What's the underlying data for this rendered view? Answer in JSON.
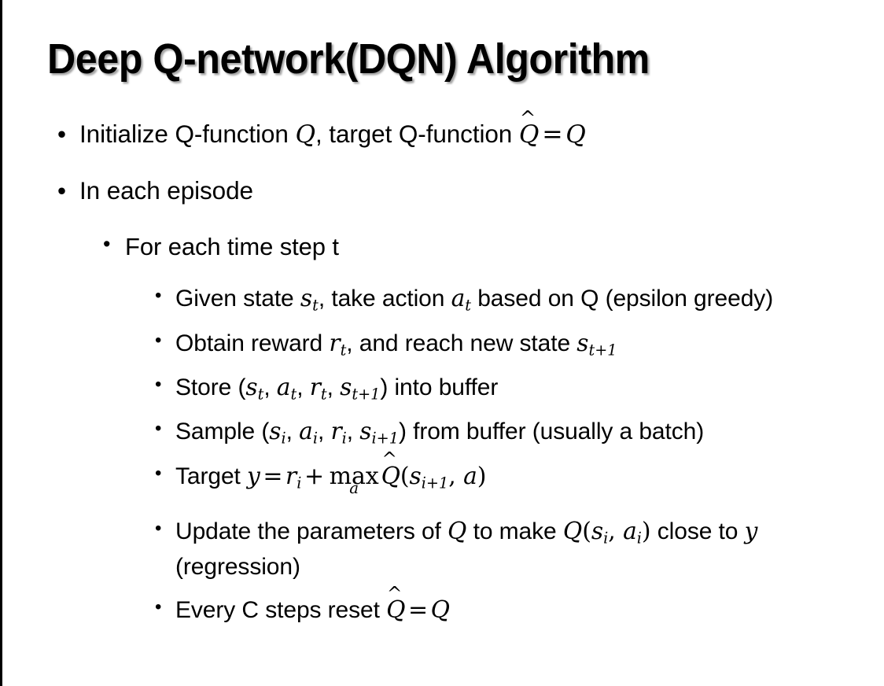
{
  "slide": {
    "title": "Deep Q-network(DQN) Algorithm",
    "background_color": "#ffffff",
    "text_color": "#000000",
    "left_border_color": "#000000",
    "bullet_glyph": "•"
  },
  "bullets": {
    "initialize": {
      "lead": "Initialize Q-function ",
      "var_q": "Q",
      "mid": ", target Q-function ",
      "qhat": "Q",
      "hat_mark": "^",
      "equals": "=",
      "var_q2": "Q"
    },
    "in_each_episode": "In each episode",
    "for_each_time_step": "For each time step t",
    "given_state": {
      "lead": "Given state ",
      "s": "s",
      "s_sub": "t",
      "mid": ", take action ",
      "a": "a",
      "a_sub": "t",
      "tail": " based on Q (epsilon greedy)"
    },
    "obtain_reward": {
      "lead": "Obtain reward ",
      "r": "r",
      "r_sub": "t",
      "mid": ", and reach new state ",
      "s": "s",
      "s_sub": "t+1"
    },
    "store": {
      "lead": "Store (",
      "s": "s",
      "s_sub": "t",
      "sep1": ", ",
      "a": "a",
      "a_sub": "t",
      "sep2": ", ",
      "r": "r",
      "r_sub": "t",
      "sep3": ", ",
      "s2": "s",
      "s2_sub": "t+1",
      "tail": ") into buffer"
    },
    "sample": {
      "lead": "Sample (",
      "s": "s",
      "s_sub": "i",
      "sep1": ", ",
      "a": "a",
      "a_sub": "i",
      "sep2": ", ",
      "r": "r",
      "r_sub": "i",
      "sep3": ", ",
      "s2": "s",
      "s2_sub": "i+1",
      "tail": ") from buffer (usually a batch)"
    },
    "target": {
      "lead": "Target ",
      "y": "y",
      "equals": "=",
      "r": "r",
      "r_sub": "i",
      "plus": "+",
      "max": "max",
      "max_sub": "a",
      "qhat": "Q",
      "hat_mark": "^",
      "open": "(",
      "s": "s",
      "s_sub": "i+1",
      "sep": ", ",
      "a": "a",
      "close": ")"
    },
    "update": {
      "lead": "Update the parameters of ",
      "q": "Q",
      "mid": " to make ",
      "q2": "Q",
      "open": "(",
      "s": "s",
      "s_sub": "i",
      "sep": ", ",
      "a": "a",
      "a_sub": "i",
      "close": ")",
      "tail": " close to ",
      "y": "y",
      "tail2": " (regression)"
    },
    "reset": {
      "lead": "Every C steps reset ",
      "qhat": "Q",
      "hat_mark": "^",
      "equals": "=",
      "q": "Q"
    }
  }
}
